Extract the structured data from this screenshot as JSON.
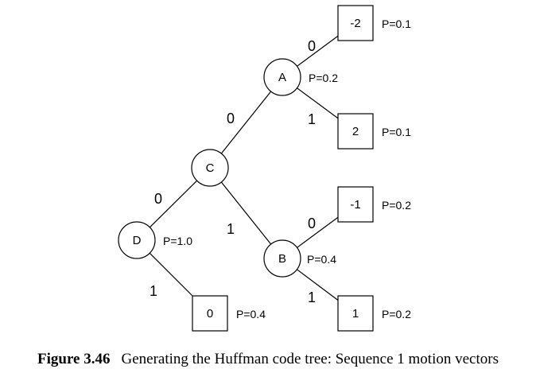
{
  "tree": {
    "internal_nodes": [
      {
        "id": "D",
        "label": "D",
        "prob": "P=1.0"
      },
      {
        "id": "C",
        "label": "C",
        "prob": ""
      },
      {
        "id": "A",
        "label": "A",
        "prob": "P=0.2"
      },
      {
        "id": "B",
        "label": "B",
        "prob": "P=0.4"
      }
    ],
    "leaf_nodes": [
      {
        "id": "L0",
        "label": "0",
        "prob": "P=0.4"
      },
      {
        "id": "Lm2",
        "label": "-2",
        "prob": "P=0.1"
      },
      {
        "id": "L2",
        "label": "2",
        "prob": "P=0.1"
      },
      {
        "id": "Lm1",
        "label": "-1",
        "prob": "P=0.2"
      },
      {
        "id": "L1",
        "label": "1",
        "prob": "P=0.2"
      }
    ],
    "edges": [
      {
        "from": "D",
        "to": "C",
        "bit": "0"
      },
      {
        "from": "D",
        "to": "L0",
        "bit": "1"
      },
      {
        "from": "C",
        "to": "A",
        "bit": "0"
      },
      {
        "from": "C",
        "to": "B",
        "bit": "1"
      },
      {
        "from": "A",
        "to": "Lm2",
        "bit": "0"
      },
      {
        "from": "A",
        "to": "L2",
        "bit": "1"
      },
      {
        "from": "B",
        "to": "Lm1",
        "bit": "0"
      },
      {
        "from": "B",
        "to": "L1",
        "bit": "1"
      }
    ]
  },
  "caption": {
    "number": "Figure 3.46",
    "text": "Generating the Huffman code tree: Sequence 1 motion vectors"
  }
}
